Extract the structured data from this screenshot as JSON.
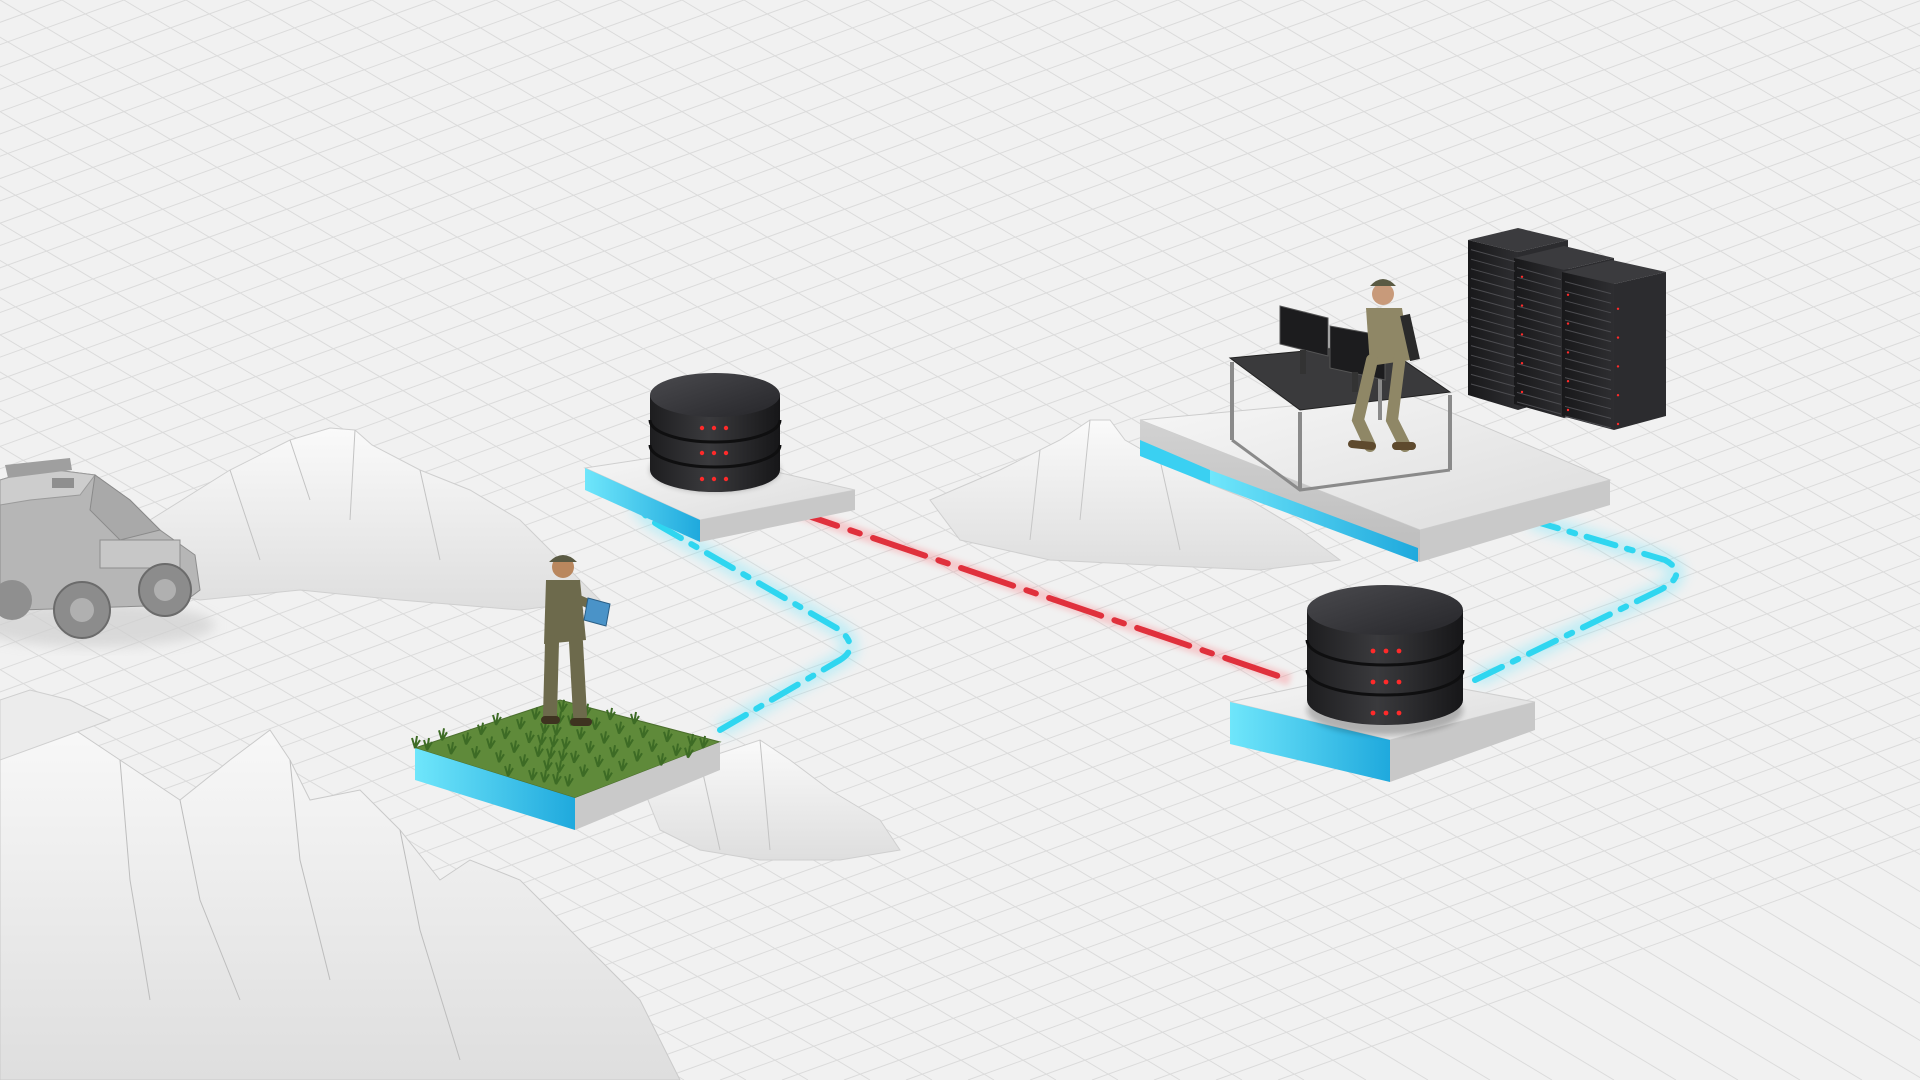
{
  "scene": {
    "style": "isometric 3D render",
    "colors": {
      "background": "#f1f1f1",
      "grid_line": "#d9d9d9",
      "link_active": "#2fd6f0",
      "link_broken": "#e0303c",
      "server_body": "#2b2b2d",
      "status_led": "#ff2a2a",
      "platform_top": "#eeeeee",
      "platform_edge": "#38c8ef",
      "grass": "#5f8a3a",
      "terrain": "#e8e8e8",
      "vehicle": "#b9b9b9",
      "uniform": "#6d6a4c"
    },
    "icons": [
      "armored-vehicle-icon",
      "soldier-with-tablet-icon",
      "database-server-icon",
      "soldier-at-workstation-icon",
      "dual-monitor-icon",
      "server-rack-icon"
    ],
    "links": [
      {
        "from": "field-soldier-node",
        "to": "database-node-left",
        "status": "active",
        "color": "#2fd6f0"
      },
      {
        "from": "database-node-left",
        "to": "database-node-right",
        "status": "broken",
        "color": "#e0303c"
      },
      {
        "from": "database-node-right",
        "to": "command-center-node",
        "status": "active",
        "color": "#2fd6f0"
      }
    ]
  }
}
